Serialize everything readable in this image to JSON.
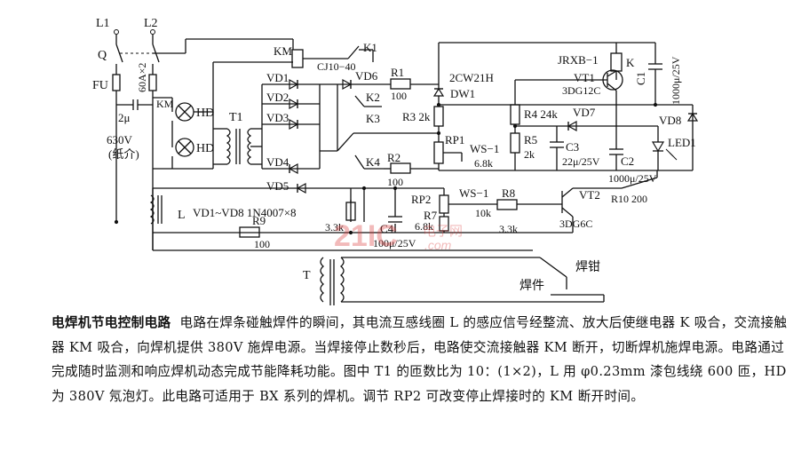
{
  "labels": {
    "L1": "L1",
    "L2": "L2",
    "Q": "Q",
    "FU": "FU",
    "fuse_rating": "60A×2",
    "KM_contact": "KM",
    "cap_2u": "2μ",
    "cap_v": "630V",
    "cap_type": "(纸介)",
    "HD1": "HD",
    "HD2": "HD",
    "T1": "T1",
    "KM_coil": "KM",
    "contactor": "CJ10−40",
    "K1": "K1",
    "VD1": "VD1",
    "VD2": "VD2",
    "VD3": "VD3",
    "VD4": "VD4",
    "VD5": "VD5",
    "VD6": "VD6",
    "K2": "K2",
    "K3": "K3",
    "K4": "K4",
    "R1": "R1",
    "R1_val": "100",
    "R2": "R2",
    "R2_val": "100",
    "zener_model": "2CW21H",
    "DW1": "DW1",
    "R3": "R3 2k",
    "RP1": "RP1",
    "WS1": "WS−1",
    "RP1_val": "6.8k",
    "relay_model": "JRXB−1",
    "K": "K",
    "VT1": "VT1",
    "VT1_model": "3DG12C",
    "C1": "C1",
    "C1_val": "1000μ/25V",
    "R4": "R4 24k",
    "VD7": "VD7",
    "VD8": "VD8",
    "R5": "R5",
    "R5_val": "2k",
    "C3": "C3",
    "C3_val": "22μ/25V",
    "C2": "C2",
    "LED1": "LED1",
    "C2_val": "1000μ/25V",
    "VT2": "VT2",
    "R10": "R10 200",
    "VT2_model": "3DG6C",
    "L": "L",
    "diodes_note": "VD1~VD8 1N4007×8",
    "R6_val": "3.3k",
    "RP2": "RP2",
    "WS1b": "WS−1",
    "RP2_val": "10k",
    "R8": "R8",
    "R8_val": "3.3k",
    "R7": "R7",
    "R7_val": "6.8k",
    "C4": "C4",
    "C4_val": "100μ/25V",
    "R9": "R9",
    "R9_val": "100",
    "T": "T",
    "clamp": "焊钳",
    "workpiece": "焊件"
  },
  "watermark": {
    "number": "21IC",
    "text": "电子网",
    "url": ".com"
  },
  "caption": {
    "title": "电焊机节电控制电路",
    "body": "电路在焊条碰触焊件的瞬间，其电流互感线圈 L 的感应信号经整流、放大后使继电器 K 吸合，交流接触器 KM 吸合，向焊机提供 380V 施焊电源。当焊接停止数秒后，电路使交流接触器 KM 断开，切断焊机施焊电源。电路通过完成随时监测和响应焊机动态完成节能降耗功能。图中 T1 的匝数比为 10：(1×2)，L 用 φ0.23mm 漆包线绕 600 匝，HD 为 380V 氖泡灯。此电路可适用于 BX 系列的焊机。调节 RP2 可改变停止焊接时的 KM 断开时间。"
  }
}
